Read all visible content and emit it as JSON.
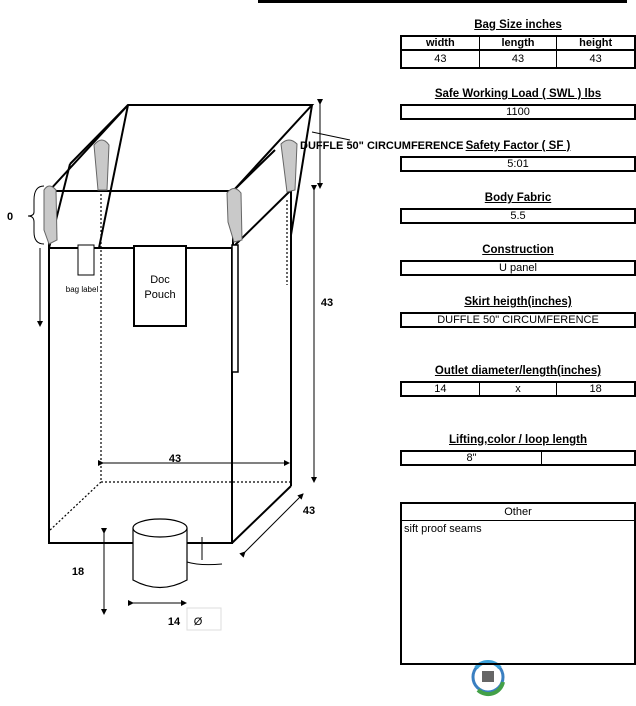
{
  "diagram": {
    "height_left": "0",
    "height_right": "43",
    "width_inner": "43",
    "depth": "43",
    "outlet_height": "18",
    "outlet_diameter": "14",
    "diameter_symbol": "Ø",
    "doc_pouch_line1": "Doc",
    "doc_pouch_line2": "Pouch",
    "bag_label": "bag label",
    "skirt_overlay": "DUFFLE 50\" CIRCUMFERENCE"
  },
  "spec": {
    "bag_size": {
      "title": "Bag Size inches",
      "headers": [
        "width",
        "length",
        "height"
      ],
      "values": [
        "43",
        "43",
        "43"
      ]
    },
    "swl": {
      "title": "Safe Working Load ( SWL ) lbs",
      "value": "1100"
    },
    "safety_factor": {
      "title": "Safety Factor ( SF )",
      "value": "5:01"
    },
    "body_fabric": {
      "title": "Body Fabric",
      "value": "5.5"
    },
    "construction": {
      "title": "Construction",
      "value": "U panel"
    },
    "skirt": {
      "title": "Skirt heigth(inches)",
      "value": "DUFFLE 50\" CIRCUMFERENCE"
    },
    "outlet": {
      "title": "Outlet diameter/length(inches)",
      "values": [
        "14",
        "x",
        "18"
      ]
    },
    "lifting": {
      "title": "Lifting,color / loop length",
      "values": [
        "8\"",
        ""
      ]
    },
    "other": {
      "title": "Other",
      "text": "sift proof seams"
    }
  }
}
